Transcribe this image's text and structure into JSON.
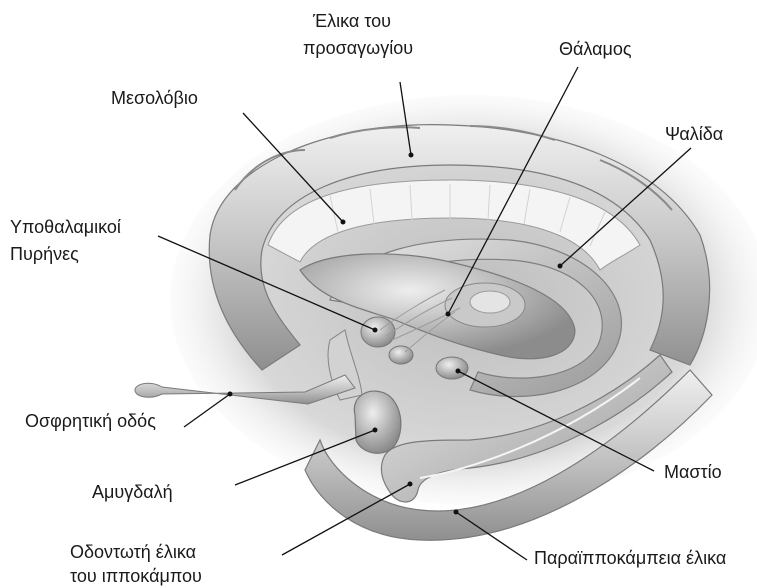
{
  "labels": {
    "gyrus_prosagogiou_1": "Έλικα του",
    "gyrus_prosagogiou_2": "προσαγωγίου",
    "thalamos": "Θάλαμος",
    "mesolovio": "Μεσολόβιο",
    "psalida": "Ψαλίδα",
    "ypothalamikoi_1": "Υποθαλαμικοί",
    "ypothalamikoi_2": "Πυρήνες",
    "osfritiki": "Οσφρητική οδός",
    "amygdali": "Αμυγδαλή",
    "mastio": "Μαστίο",
    "odontoti_1": "Οδοντωτή έλικα",
    "odontoti_2": "του ιπποκάμπου",
    "paraippokampeia": "Παραϊπποκάμπεια έλικα"
  },
  "colors": {
    "tissue_dark": "#8e8e8e",
    "tissue_mid": "#b9b9b9",
    "tissue_light": "#dcdcdc",
    "highlight": "#f2f2f2",
    "text": "#1a1a1a"
  }
}
